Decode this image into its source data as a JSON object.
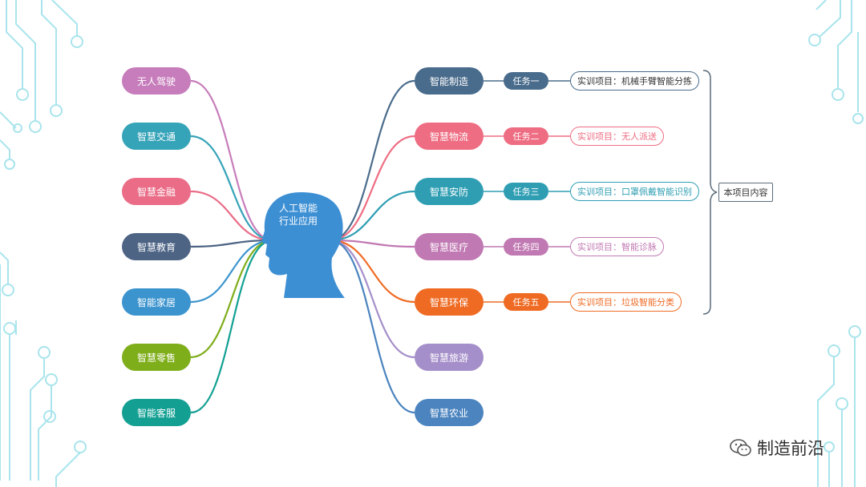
{
  "center": {
    "line1": "人工智能",
    "line2": "行业应用",
    "color": "#3d8fd4"
  },
  "left_branches": [
    {
      "label": "无人驾驶",
      "color": "#c77dbb"
    },
    {
      "label": "智慧交通",
      "color": "#35a3b8"
    },
    {
      "label": "智慧金融",
      "color": "#ea6c87"
    },
    {
      "label": "智慧教育",
      "color": "#4d6485"
    },
    {
      "label": "智能家居",
      "color": "#3c94cf"
    },
    {
      "label": "智慧零售",
      "color": "#7fae1b"
    },
    {
      "label": "智能客服",
      "color": "#13a093"
    }
  ],
  "right_branches": [
    {
      "label": "智能制造",
      "color": "#4a6c8c",
      "task": "任务一",
      "project": "实训项目：机械手臂智能分拣"
    },
    {
      "label": "智慧物流",
      "color": "#ee6d82",
      "task": "任务二",
      "project": "实训项目：无人派送"
    },
    {
      "label": "智慧安防",
      "color": "#2f9eb3",
      "task": "任务三",
      "project": "实训项目：口罩佩戴智能识别"
    },
    {
      "label": "智慧医疗",
      "color": "#c179b3",
      "task": "任务四",
      "project": "实训项目：智能诊脉"
    },
    {
      "label": "智慧环保",
      "color": "#ef6b24",
      "task": "任务五",
      "project": "实训项目：垃圾智能分类"
    },
    {
      "label": "智慧旅游",
      "color": "#a58fca",
      "task": "",
      "project": ""
    },
    {
      "label": "智慧农业",
      "color": "#4b84bf",
      "task": "",
      "project": ""
    }
  ],
  "summary": "本项目内容",
  "watermark": "制造前沿",
  "circuit_color": "#a9e4ec"
}
